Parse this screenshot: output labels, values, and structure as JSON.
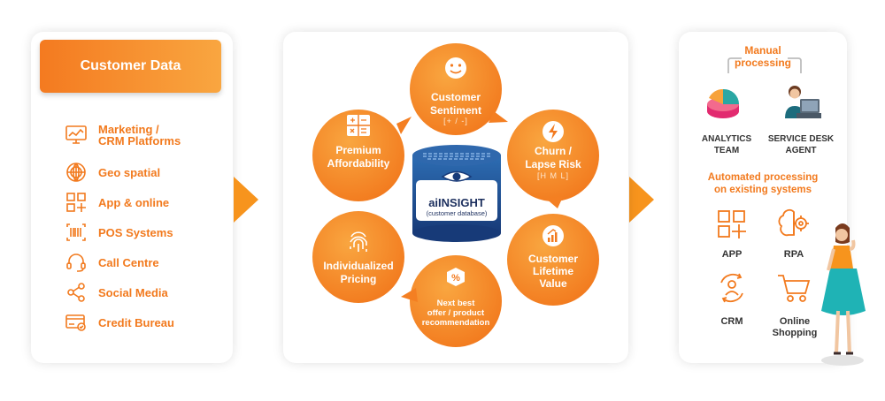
{
  "customer_data": {
    "title": "Customer Data",
    "sources": [
      {
        "label": "Marketing /\nCRM Platforms",
        "icon": "monitor-chart-icon"
      },
      {
        "label": "Geo spatial",
        "icon": "globe-icon"
      },
      {
        "label": "App & online",
        "icon": "app-grid-icon"
      },
      {
        "label": "POS Systems",
        "icon": "barcode-icon"
      },
      {
        "label": "Call Centre",
        "icon": "headset-icon"
      },
      {
        "label": "Social Media",
        "icon": "share-icon"
      },
      {
        "label": "Credit Bureau",
        "icon": "credit-card-icon"
      }
    ]
  },
  "engine": {
    "db_name": "aiINSIGHT",
    "db_sub": "(customer database)",
    "bubbles": {
      "sentiment": {
        "title": "Customer\nSentiment",
        "sub": "[+ / -]",
        "icon": "smiley-icon"
      },
      "churn": {
        "title": "Churn /\nLapse  Risk",
        "sub": "[H M L]",
        "icon": "lightning-icon"
      },
      "ltv": {
        "title": "Customer\nLifetime\nValue",
        "icon": "growth-chart-icon"
      },
      "nbo": {
        "title": "Next best\noffer / product\nrecommendation",
        "icon": "percent-tag-icon"
      },
      "pricing": {
        "title": "Individualized\nPricing",
        "icon": "fingerprint-icon"
      },
      "premium": {
        "title": "Premium\nAffordability",
        "icon": "calculator-icon"
      }
    }
  },
  "processing": {
    "manual_title": "Manual\nprocessing",
    "manual_items": [
      {
        "label": "ANALYTICS\nTEAM",
        "icon": "analytics-chart-icon"
      },
      {
        "label": "SERVICE DESK\nAGENT",
        "icon": "service-agent-icon"
      }
    ],
    "auto_title": "Automated processing\non existing systems",
    "auto_items": [
      {
        "label": "APP",
        "icon": "app-grid-icon"
      },
      {
        "label": "RPA",
        "icon": "brain-gear-icon"
      },
      {
        "label": "CRM",
        "icon": "crm-cycle-icon"
      },
      {
        "label": "Online\nShopping",
        "icon": "shopping-cart-icon"
      }
    ]
  },
  "colors": {
    "orange": "#f27a1e",
    "orange_light": "#f9a640",
    "navy": "#1c2f5e",
    "blue": "#2e6fb5"
  }
}
